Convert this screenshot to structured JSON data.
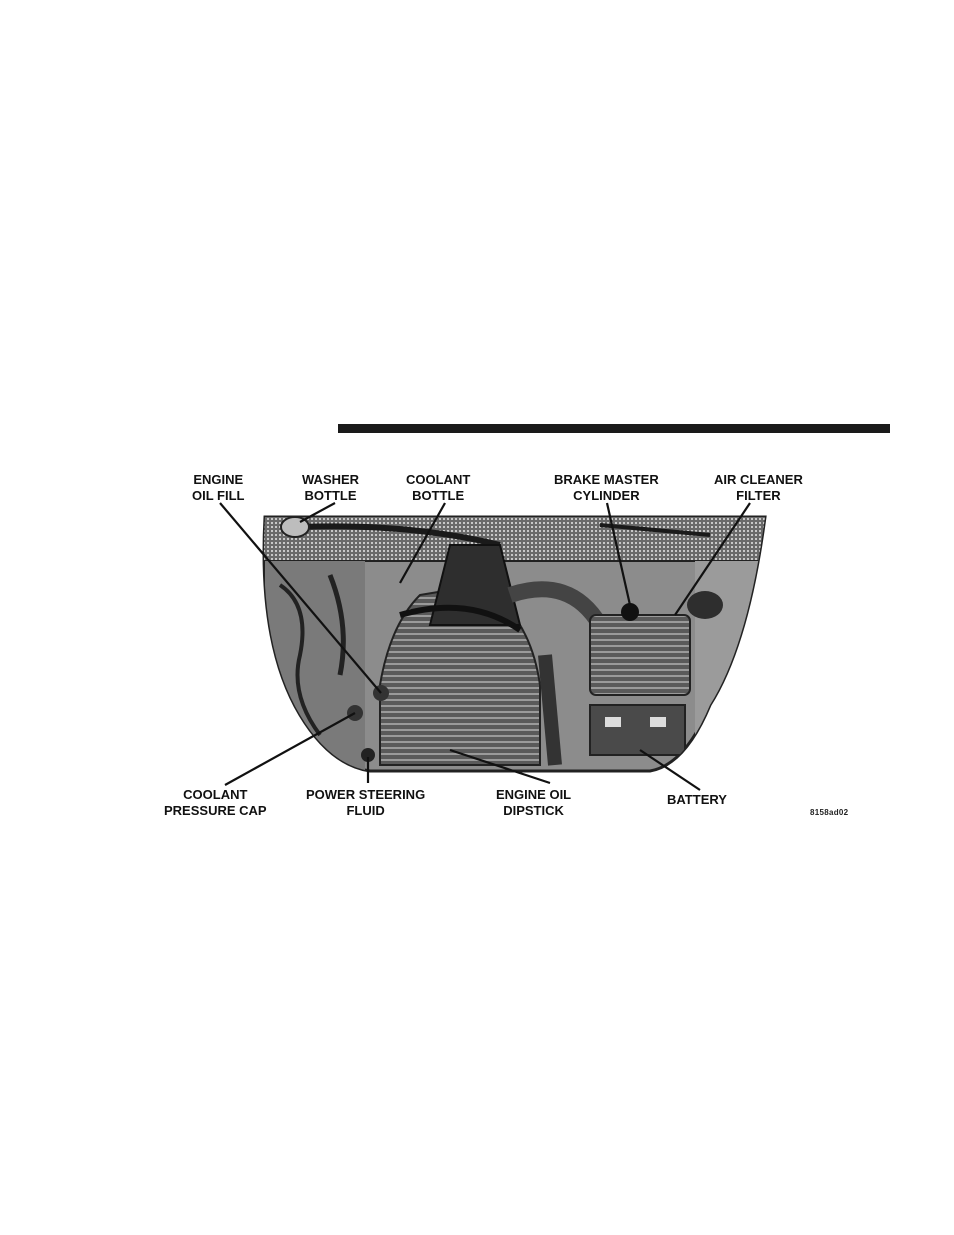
{
  "labels": {
    "engine_oil_fill": [
      "ENGINE",
      "OIL FILL"
    ],
    "washer_bottle": [
      "WASHER",
      "BOTTLE"
    ],
    "coolant_bottle": [
      "COOLANT",
      "BOTTLE"
    ],
    "brake_master_cylinder": [
      "BRAKE MASTER",
      "CYLINDER"
    ],
    "air_cleaner_filter": [
      "AIR CLEANER",
      "FILTER"
    ],
    "coolant_pressure_cap": [
      "COOLANT",
      "PRESSURE CAP"
    ],
    "power_steering_fluid": [
      "POWER STEERING",
      "FLUID"
    ],
    "engine_oil_dipstick": [
      "ENGINE OIL",
      "DIPSTICK"
    ],
    "battery": [
      "BATTERY"
    ]
  },
  "figure_code": "8158ad02"
}
